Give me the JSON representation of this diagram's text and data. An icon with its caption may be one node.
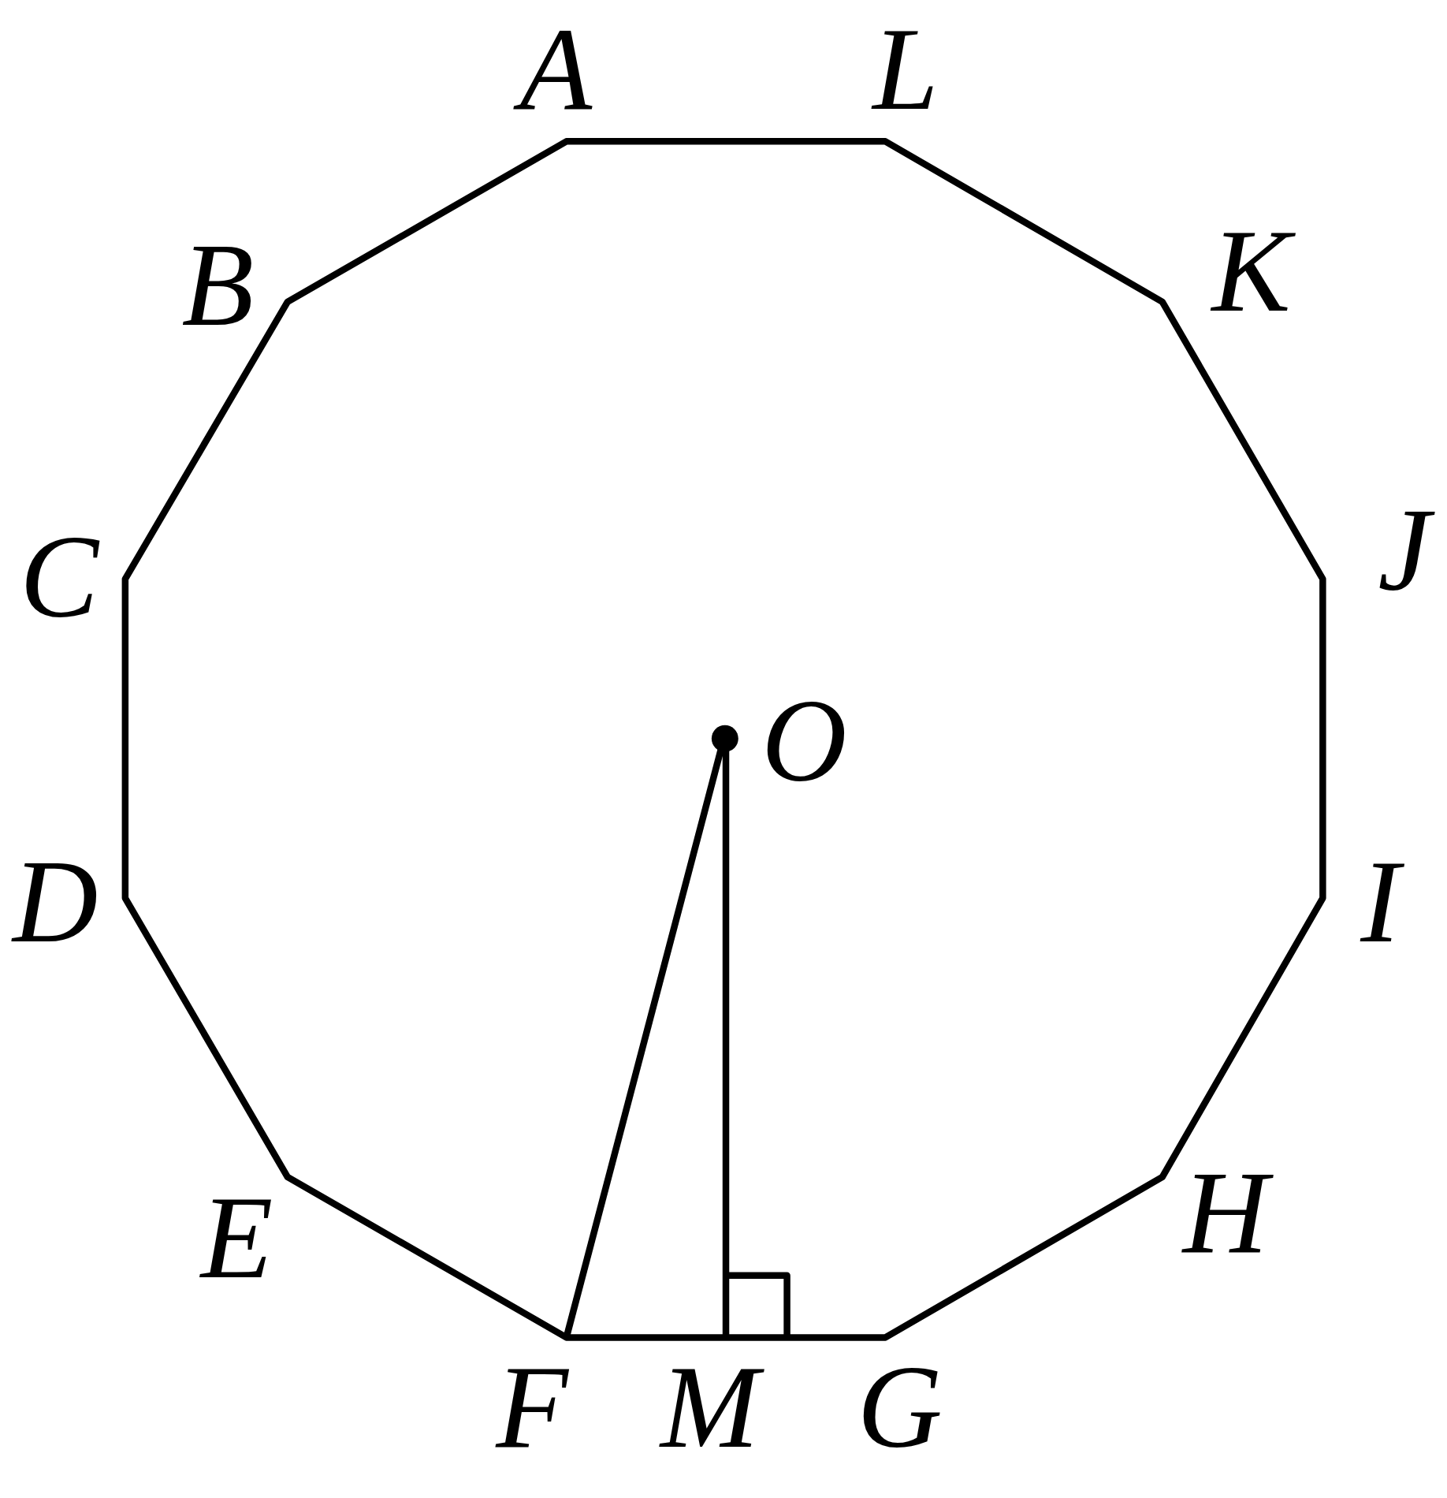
{
  "diagram": {
    "labels": [
      "A",
      "L",
      "B",
      "K",
      "C",
      "J",
      "O",
      "D",
      "I",
      "E",
      "H",
      "F",
      "M",
      "G"
    ]
  }
}
